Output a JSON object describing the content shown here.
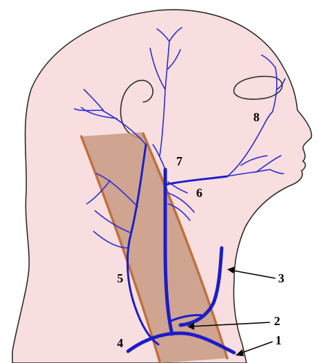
{
  "labels": [
    {
      "key": "1",
      "text": "1"
    },
    {
      "key": "2",
      "text": "2"
    },
    {
      "key": "3",
      "text": "3"
    },
    {
      "key": "4",
      "text": "4"
    },
    {
      "key": "5",
      "text": "5"
    },
    {
      "key": "6",
      "text": "6"
    },
    {
      "key": "7",
      "text": "7"
    },
    {
      "key": "8",
      "text": "8"
    }
  ],
  "colors": {
    "skin": "#f8dede",
    "vein": "#1c1cc8",
    "muscle": "#c89a82",
    "muscle_edge": "#c0703c",
    "outline": "#2a2a2a"
  }
}
